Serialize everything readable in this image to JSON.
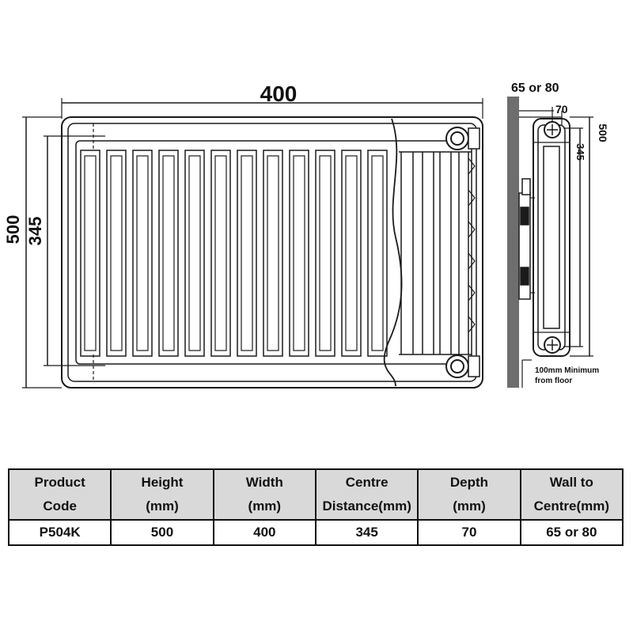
{
  "diagram": {
    "front": {
      "width_label": "400",
      "height_label": "500",
      "centre_label": "345"
    },
    "side": {
      "wall_label": "65 or 80",
      "depth_label": "70",
      "height_label": "500",
      "centre_label": "345",
      "floor_note_line1": "100mm Minimum",
      "floor_note_line2": "from floor"
    },
    "colors": {
      "line": "#1a1a1a",
      "wall": "#6e6e6e",
      "table_header": "#d9d9d9"
    }
  },
  "table": {
    "headers": [
      {
        "line1": "Product",
        "line2": "Code"
      },
      {
        "line1": "Height",
        "line2": "(mm)"
      },
      {
        "line1": "Width",
        "line2": "(mm)"
      },
      {
        "line1": "Centre",
        "line2": "Distance(mm)"
      },
      {
        "line1": "Depth",
        "line2": "(mm)"
      },
      {
        "line1": "Wall to",
        "line2": "Centre(mm)"
      }
    ],
    "row": [
      "P504K",
      "500",
      "400",
      "345",
      "70",
      "65 or 80"
    ]
  }
}
